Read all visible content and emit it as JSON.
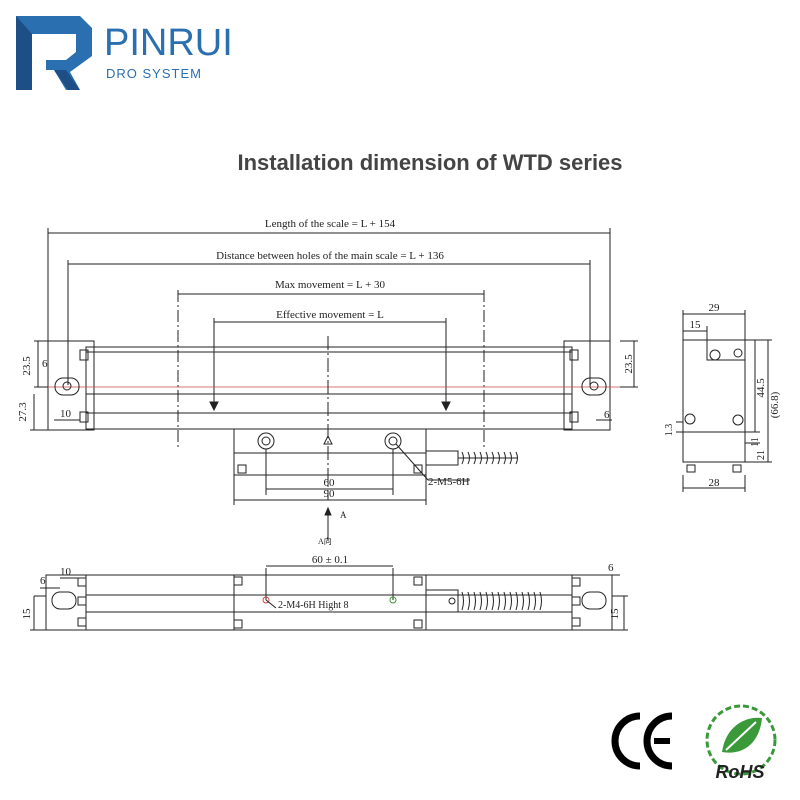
{
  "brand": {
    "name": "PINRUI",
    "tagline": "DRO SYSTEM"
  },
  "title": "Installation dimension of WTD series",
  "front_view": {
    "length_label": "Length of the scale = L + 154",
    "holes_label": "Distance between holes of the main scale = L + 136",
    "max_movement_label": "Max movement = L + 30",
    "effective_label": "Effective movement = L",
    "dim_23_5_left": "23.5",
    "dim_6_left": "6",
    "dim_27_3": "27.3",
    "dim_10": "10",
    "dim_23_5_right": "23.5",
    "dim_6_right": "6",
    "dim_60": "60",
    "dim_90": "90",
    "thread_label": "2-M5-6H"
  },
  "view_arrow": {
    "a_label": "A",
    "a_view_label": "A向"
  },
  "side_view": {
    "dim_29": "29",
    "dim_15": "15",
    "dim_44_5": "44.5",
    "dim_66_8": "(66.8)",
    "dim_1_3": "1.3",
    "dim_11": "11",
    "dim_21": "21",
    "dim_28": "28"
  },
  "bottom_view": {
    "dim_60_tol": "60 ± 0.1",
    "dim_6_left": "6",
    "dim_10": "10",
    "dim_15_left": "15",
    "thread_label": "2-M4-6H   Hight 8",
    "dim_6_right": "6",
    "dim_15_right": "15"
  },
  "certifications": {
    "ce": "CE",
    "rohs": "RoHS"
  },
  "colors": {
    "brand_blue": "#2a6fb0",
    "rohs_green": "#3a9a3a",
    "line": "#222222"
  }
}
